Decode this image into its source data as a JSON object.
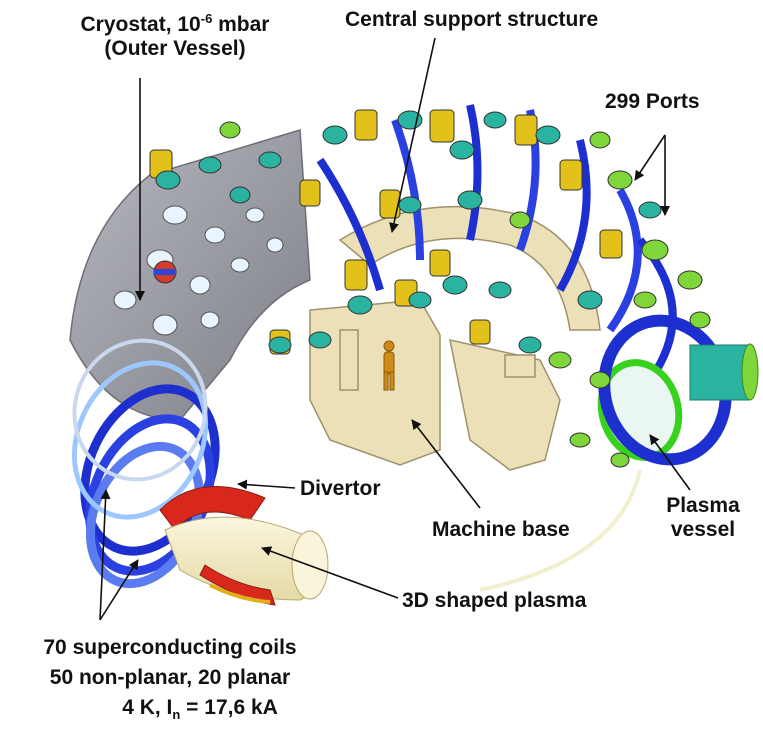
{
  "labels": {
    "cryostat_line1_pre": "Cryostat, 10",
    "cryostat_exp": "-6",
    "cryostat_line1_post": " mbar",
    "cryostat_line2": "(Outer Vessel)",
    "central_support": "Central support structure",
    "ports": "299 Ports",
    "divertor": "Divertor",
    "machine_base": "Machine base",
    "plasma_vessel_line1": "Plasma",
    "plasma_vessel_line2": "vessel",
    "shaped_plasma": "3D shaped plasma",
    "coils_line1": "70 superconducting coils",
    "coils_line2": "50 non-planar, 20 planar",
    "coils_line3_pre": "4 K, I",
    "coils_line3_sub": "n",
    "coils_line3_post": " = 17,6 kA"
  },
  "colors": {
    "coil_blue": "#1e2fd0",
    "port_yellow": "#e2c21a",
    "port_teal": "#2bb3a2",
    "port_green": "#7fd63a",
    "cryostat_gray": "#9b9ca4",
    "support_beige": "#ece0b8",
    "divertor_red": "#d8281c",
    "plasma_cream": "#f3ecc4",
    "person_orange": "#d08a18"
  }
}
